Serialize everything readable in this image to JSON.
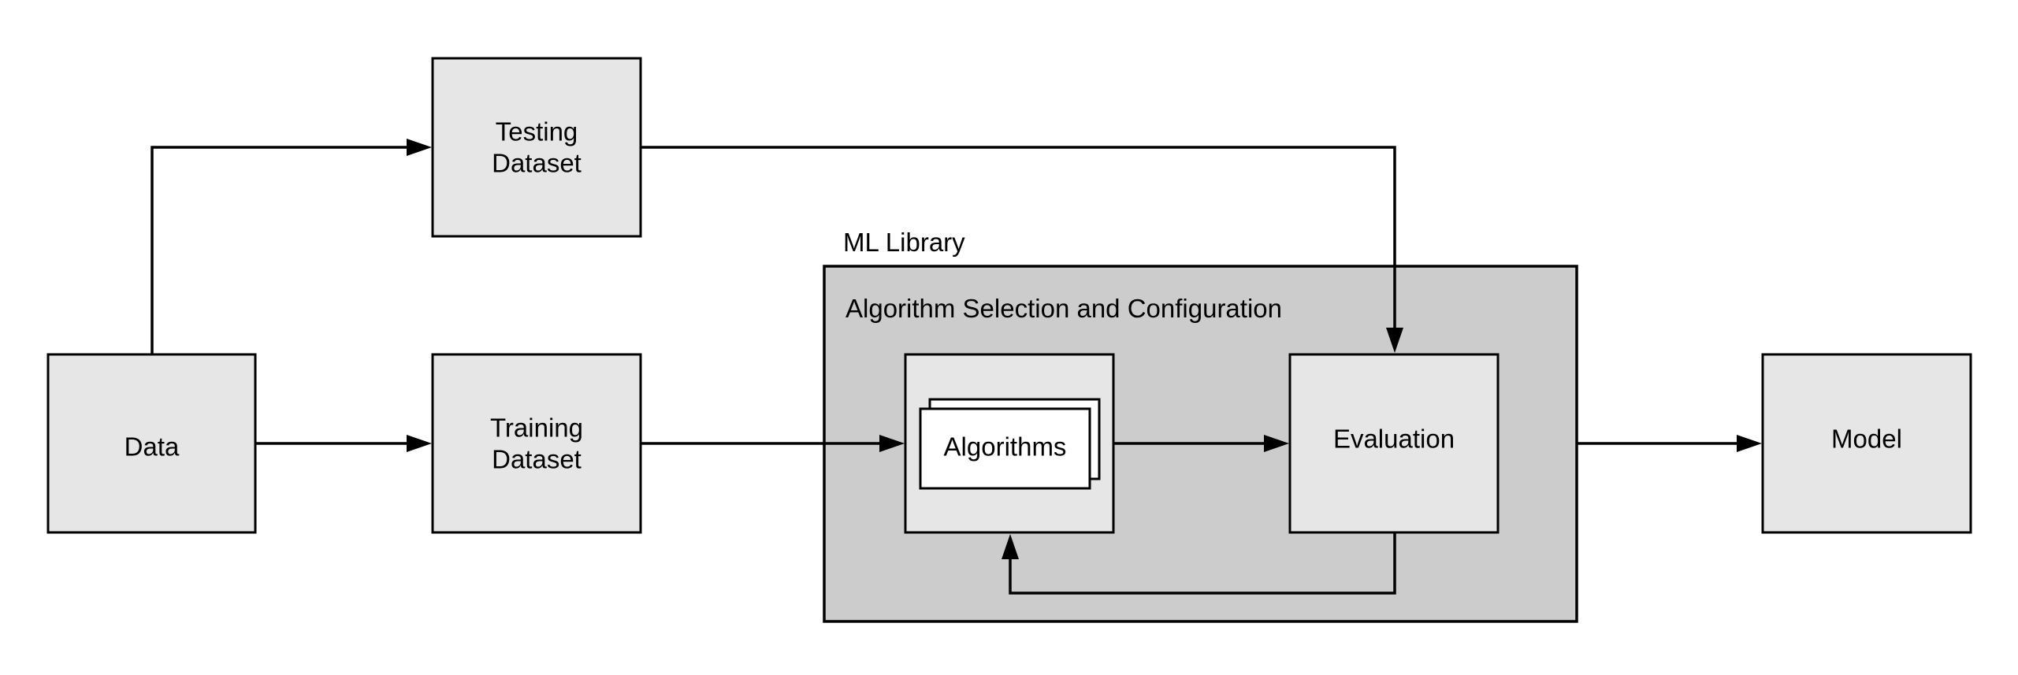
{
  "colors": {
    "node_fill": "#e6e6e6",
    "container_fill": "#cccccc",
    "card_fill": "#ffffff",
    "stroke": "#000000"
  },
  "groups": {
    "ml_library": {
      "label": "ML Library"
    },
    "algorithm_selection": {
      "label": "Algorithm Selection and Configuration"
    }
  },
  "nodes": {
    "data": {
      "label": "Data"
    },
    "testing_dataset": {
      "label_lines": [
        "Testing",
        "Dataset"
      ]
    },
    "training_dataset": {
      "label_lines": [
        "Training",
        "Dataset"
      ]
    },
    "algorithms": {
      "label": "Algorithms"
    },
    "evaluation": {
      "label": "Evaluation"
    },
    "model": {
      "label": "Model"
    }
  },
  "edges": [
    {
      "from": "data",
      "to": "testing_dataset"
    },
    {
      "from": "data",
      "to": "training_dataset"
    },
    {
      "from": "testing_dataset",
      "to": "evaluation"
    },
    {
      "from": "training_dataset",
      "to": "algorithms"
    },
    {
      "from": "algorithms",
      "to": "evaluation"
    },
    {
      "from": "evaluation",
      "to": "algorithms"
    },
    {
      "from": "ml_library",
      "to": "model"
    }
  ]
}
